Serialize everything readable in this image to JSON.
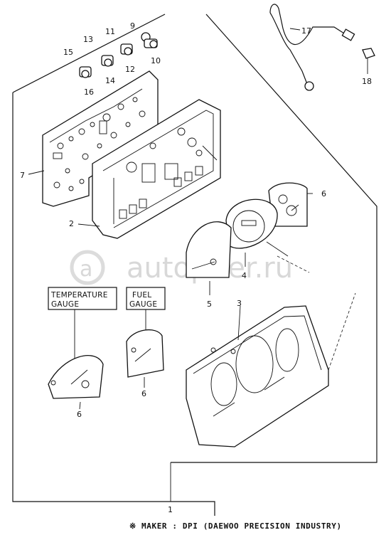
{
  "callouts": {
    "p1": "1",
    "p2": "2",
    "p3": "3",
    "p4": "4",
    "p5": "5",
    "p6a": "6",
    "p6b": "6",
    "p6c": "6",
    "p7": "7",
    "p9": "9",
    "p10": "10",
    "p11": "11",
    "p12": "12",
    "p13": "13",
    "p14": "14",
    "p15": "15",
    "p16": "16",
    "p17": "17",
    "p18": "18"
  },
  "labels": {
    "temperature_line1": "TEMPERATURE",
    "temperature_line2": "GAUGE",
    "fuel_line1": "FUEL",
    "fuel_line2": "GAUGE"
  },
  "footer": {
    "maker": "※ MAKER : DPI (DAEWOO PRECISION INDUSTRY)"
  },
  "watermark": {
    "text": "autopiter.ru"
  }
}
